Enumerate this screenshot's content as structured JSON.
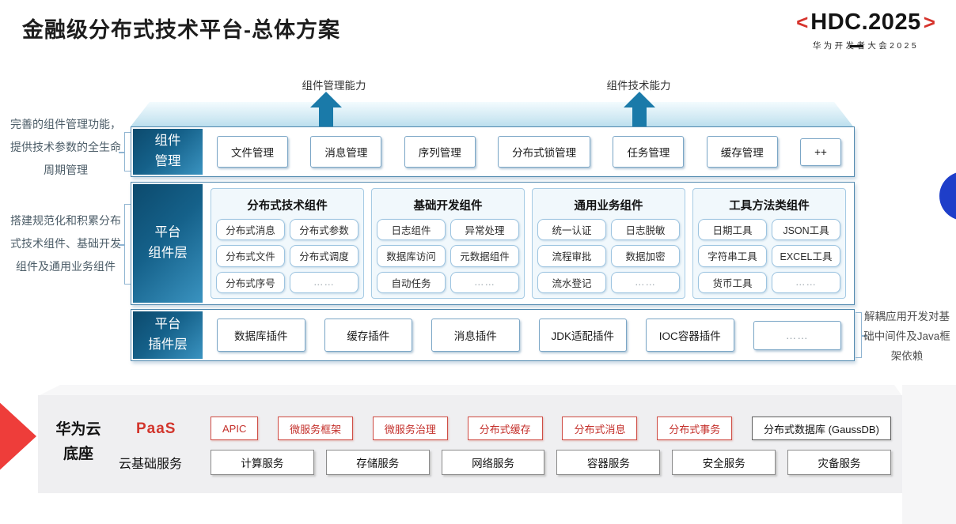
{
  "header": {
    "title": "金融级分布式技术平台-总体方案",
    "logo": {
      "bracket_left": "<",
      "name": "HDC.2025",
      "bracket_right": ">",
      "subtitle": "华为开发者大会2025"
    }
  },
  "capabilities": {
    "left_arrow_label": "组件管理能力",
    "right_arrow_label": "组件技术能力"
  },
  "annotations": {
    "component_mgmt_note": "完善的组件管理功能，提供技术参数的全生命周期管理",
    "platform_components_note": "搭建规范化和积累分布式技术组件、基础开发组件及通用业务组件",
    "plugins_note": "解耦应用开发对基础中间件及Java框架依赖"
  },
  "layers": {
    "component_management": {
      "label": "组件\n管理",
      "items": [
        "文件管理",
        "消息管理",
        "序列管理",
        "分布式锁管理",
        "任务管理",
        "缓存管理",
        "++"
      ]
    },
    "platform_components": {
      "label": "平台\n组件层",
      "groups": [
        {
          "title": "分布式技术组件",
          "items": [
            "分布式消息",
            "分布式参数",
            "分布式文件",
            "分布式调度",
            "分布式序号",
            "……"
          ]
        },
        {
          "title": "基础开发组件",
          "items": [
            "日志组件",
            "异常处理",
            "数据库访问",
            "元数据组件",
            "自动任务",
            "……"
          ]
        },
        {
          "title": "通用业务组件",
          "items": [
            "统一认证",
            "日志脱敏",
            "流程审批",
            "数据加密",
            "流水登记",
            "……"
          ]
        },
        {
          "title": "工具方法类组件",
          "items": [
            "日期工具",
            "JSON工具",
            "字符串工具",
            "EXCEL工具",
            "货币工具",
            "……"
          ]
        }
      ]
    },
    "platform_plugins": {
      "label": "平台\n插件层",
      "items": [
        "数据库插件",
        "缓存插件",
        "消息插件",
        "JDK适配插件",
        "IOC容器插件",
        "……"
      ]
    }
  },
  "foundation": {
    "label": "华为云\n底座",
    "paas": {
      "label": "PaaS",
      "items": [
        {
          "text": "APIC",
          "style": "red"
        },
        {
          "text": "微服务框架",
          "style": "red"
        },
        {
          "text": "微服务治理",
          "style": "red"
        },
        {
          "text": "分布式缓存",
          "style": "red"
        },
        {
          "text": "分布式消息",
          "style": "red"
        },
        {
          "text": "分布式事务",
          "style": "red"
        },
        {
          "text": "分布式数据库 (GaussDB)",
          "style": "plain"
        }
      ]
    },
    "cloud": {
      "label": "云基础服务",
      "items": [
        "计算服务",
        "存储服务",
        "网络服务",
        "容器服务",
        "安全服务",
        "灾备服务"
      ]
    }
  },
  "colors": {
    "arrow_blue": "#1a7aa9",
    "layer_label_gradient_start": "#0c4a6d",
    "layer_label_gradient_end": "#3a93c0",
    "panel_border": "#a6cbe4",
    "paas_red": "#d2352c",
    "logo_red": "#d6332c",
    "wedge_red": "#ee3d3a",
    "platform_gray": "#efeff1",
    "dot_blue": "#1e3ec9"
  }
}
